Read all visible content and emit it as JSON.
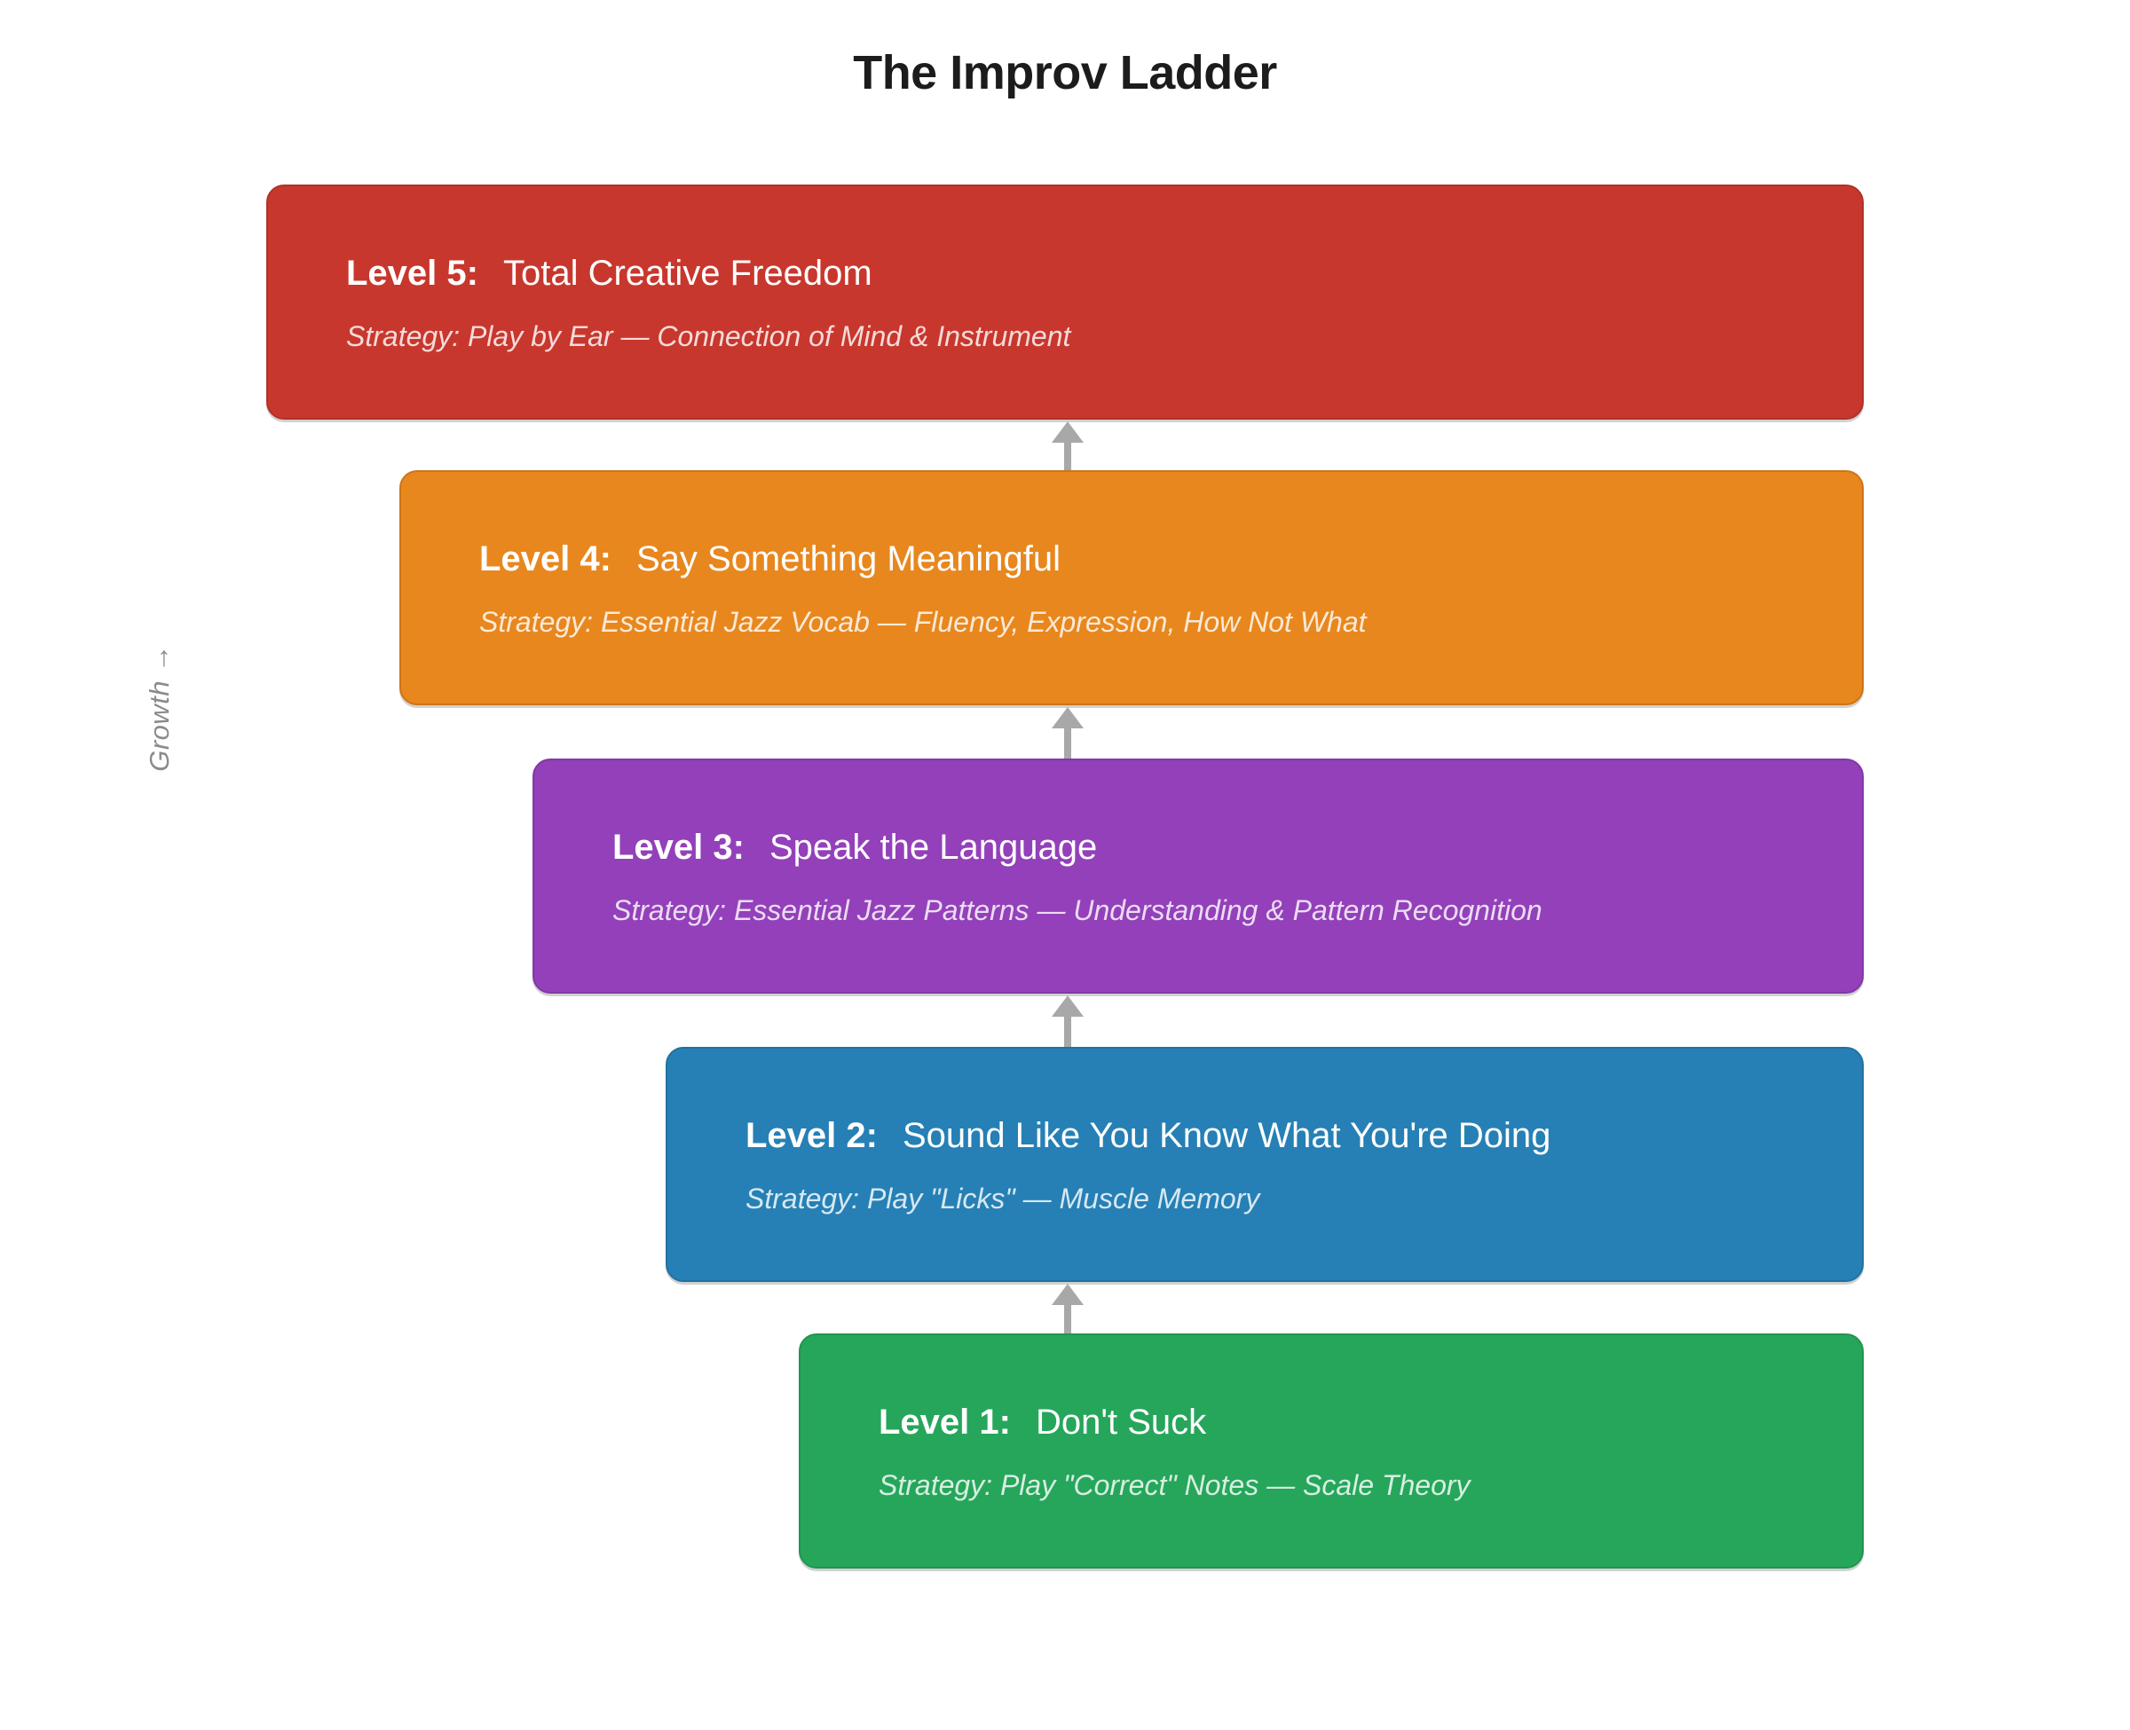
{
  "title": "The Improv Ladder",
  "axis": {
    "growth_label": "Growth →"
  },
  "colors": {
    "level5": "#C8372D",
    "level4": "#E8871E",
    "level3": "#9340BA",
    "level2": "#2680B5",
    "level1": "#26A65B",
    "arrow": "#a8a8a8",
    "title": "#1c1c1c",
    "axis_label": "#8b8b8b",
    "background": "#ffffff"
  },
  "chart_data": {
    "type": "diagram",
    "title": "The Improv Ladder",
    "axis_label": "Growth →",
    "levels": [
      {
        "level_label": "Level 5:",
        "name": "Total Creative Freedom",
        "strategy": "Strategy: Play by Ear — Connection of Mind & Instrument",
        "color": "#C8372D",
        "rank": 5
      },
      {
        "level_label": "Level 4:",
        "name": "Say Something Meaningful",
        "strategy": "Strategy: Essential Jazz Vocab — Fluency, Expression, How Not What",
        "color": "#E8871E",
        "rank": 4
      },
      {
        "level_label": "Level 3:",
        "name": "Speak the Language",
        "strategy": "Strategy: Essential Jazz Patterns — Understanding & Pattern Recognition",
        "color": "#9340BA",
        "rank": 3
      },
      {
        "level_label": "Level 2:",
        "name": "Sound Like You Know What You're Doing",
        "strategy": "Strategy: Play \"Licks\" — Muscle Memory",
        "color": "#2680B5",
        "rank": 2
      },
      {
        "level_label": "Level 1:",
        "name": "Don't Suck",
        "strategy": "Strategy: Play \"Correct\" Notes — Scale Theory",
        "color": "#26A65B",
        "rank": 1
      }
    ],
    "connectors": [
      {
        "from": "Level 1:",
        "to": "Level 2:",
        "icon": "arrow-up-icon"
      },
      {
        "from": "Level 2:",
        "to": "Level 3:",
        "icon": "arrow-up-icon"
      },
      {
        "from": "Level 3:",
        "to": "Level 4:",
        "icon": "arrow-up-icon"
      },
      {
        "from": "Level 4:",
        "to": "Level 5:",
        "icon": "arrow-up-icon"
      }
    ]
  }
}
